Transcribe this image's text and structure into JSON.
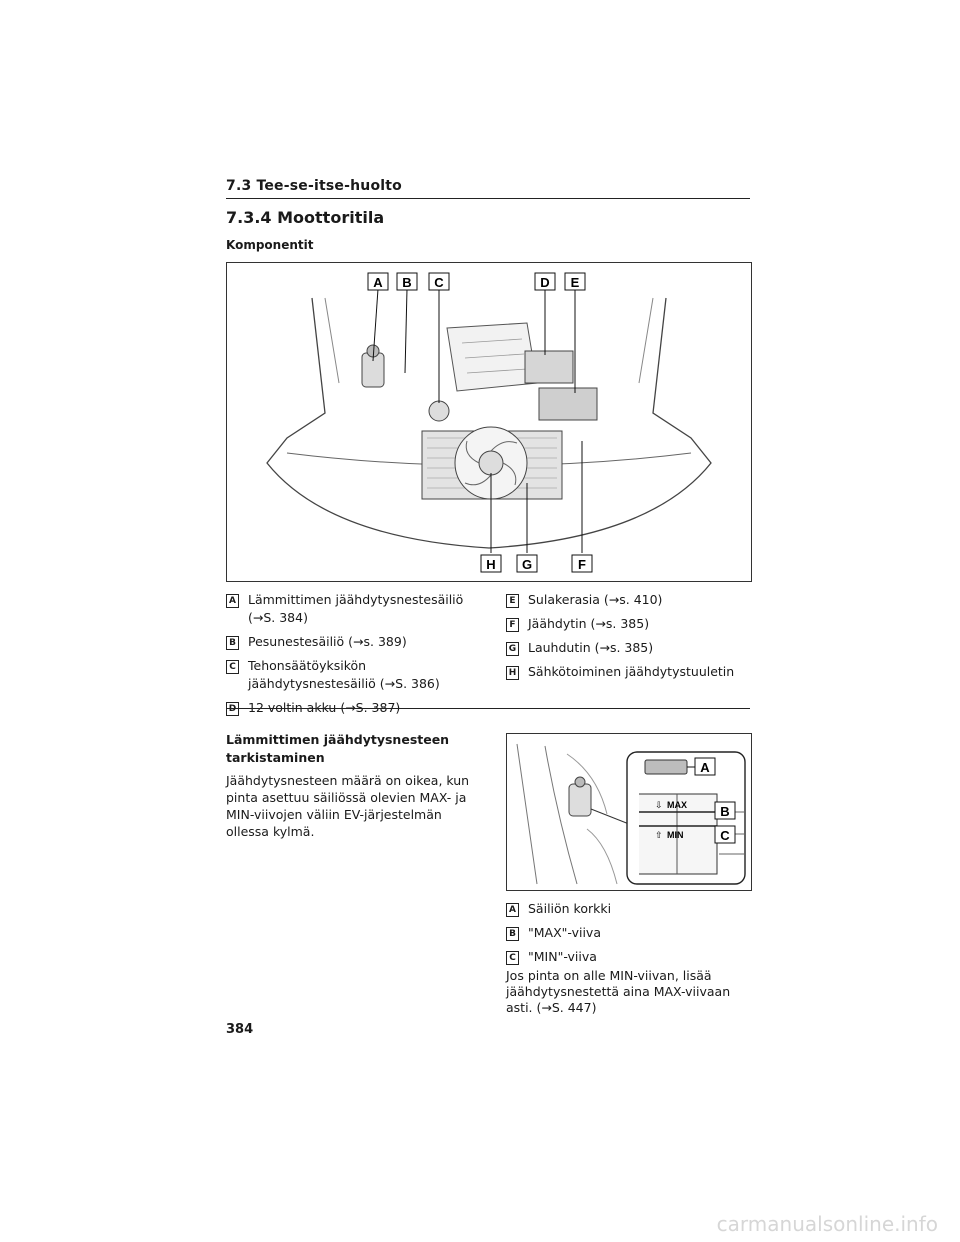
{
  "section": "7.3 Tee-se-itse-huolto",
  "title": "7.3.4 Moottoritila",
  "subheading": "Komponentit",
  "figure_main": {
    "callouts": [
      "A",
      "B",
      "C",
      "D",
      "E",
      "F",
      "G",
      "H"
    ]
  },
  "legend_left": [
    {
      "id": "A",
      "text": "Lämmittimen jäähdytysnestesäiliö\n(→S. 384)"
    },
    {
      "id": "B",
      "text": "Pesunestesäiliö (→s. 389)"
    },
    {
      "id": "C",
      "text": "Tehonsäätöyksikön\njäähdytysnestesäiliö (→S. 386)"
    },
    {
      "id": "D",
      "text": "12 voltin akku (→S. 387)"
    }
  ],
  "legend_right": [
    {
      "id": "E",
      "text": "Sulakerasia (→s. 410)"
    },
    {
      "id": "F",
      "text": "Jäähdytin (→s. 385)"
    },
    {
      "id": "G",
      "text": " Lauhdutin (→s. 385)"
    },
    {
      "id": "H",
      "text": "Sähkötoiminen jäähdytystuuletin"
    }
  ],
  "check_heading": "Lämmittimen jäähdytysnesteen tarkistaminen",
  "check_text": "Jäähdytysnesteen määrä on oikea, kun pinta asettuu säiliössä olevien MAX- ja MIN-viivojen väliin EV-järjestelmän ollessa kylmä.",
  "figure_small": {
    "callouts": [
      "A",
      "B",
      "C"
    ],
    "max_label": "MAX",
    "min_label": "MIN"
  },
  "legend_small": [
    {
      "id": "A",
      "text": "Säiliön korkki"
    },
    {
      "id": "B",
      "text": "\"MAX\"-viiva"
    },
    {
      "id": "C",
      "text": "\"MIN\"-viiva"
    }
  ],
  "note": "Jos pinta on alle MIN-viivan, lisää jäähdytysnestettä aina MAX-viivaan asti. (→S. 447)",
  "page_number": "384",
  "watermark": "carmanualsonline.info"
}
